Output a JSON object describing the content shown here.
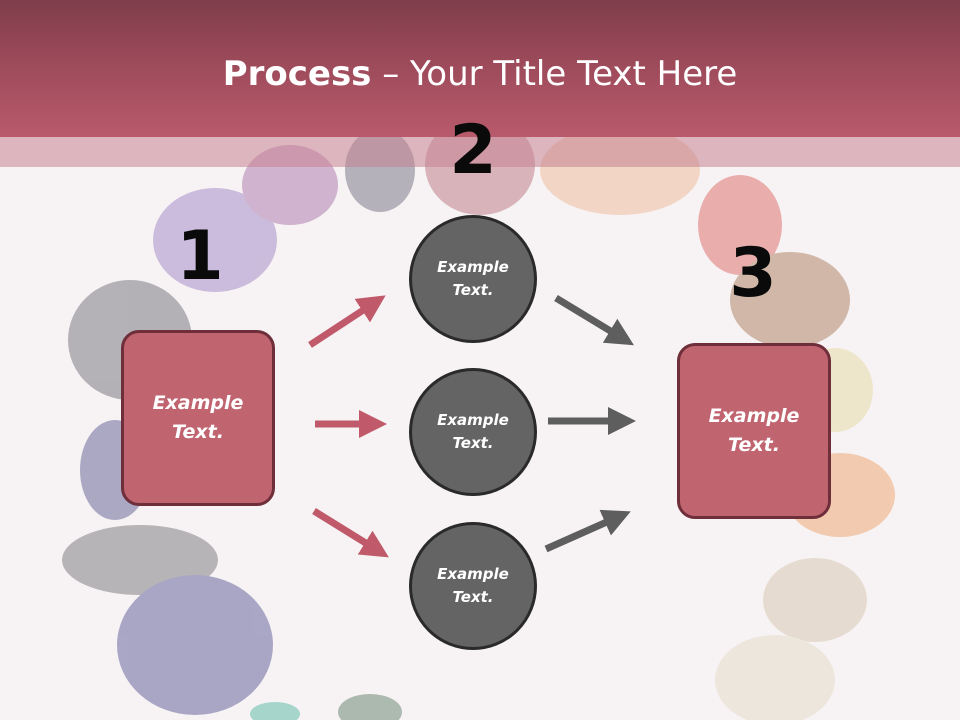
{
  "title": {
    "bold": "Process",
    "rest": " – Your Title Text Here"
  },
  "steps": [
    {
      "number": "1"
    },
    {
      "number": "2"
    },
    {
      "number": "3"
    }
  ],
  "boxes": {
    "left": "Example Text.",
    "right": "Example Text."
  },
  "circles": [
    {
      "label": "Example Text."
    },
    {
      "label": "Example Text."
    },
    {
      "label": "Example Text."
    }
  ],
  "colors": {
    "header": "#a14d5d",
    "box_fill": "#c06470",
    "circle_fill": "#646464",
    "arrow_left": "#c05a6a",
    "arrow_right": "#5e5e5e"
  }
}
